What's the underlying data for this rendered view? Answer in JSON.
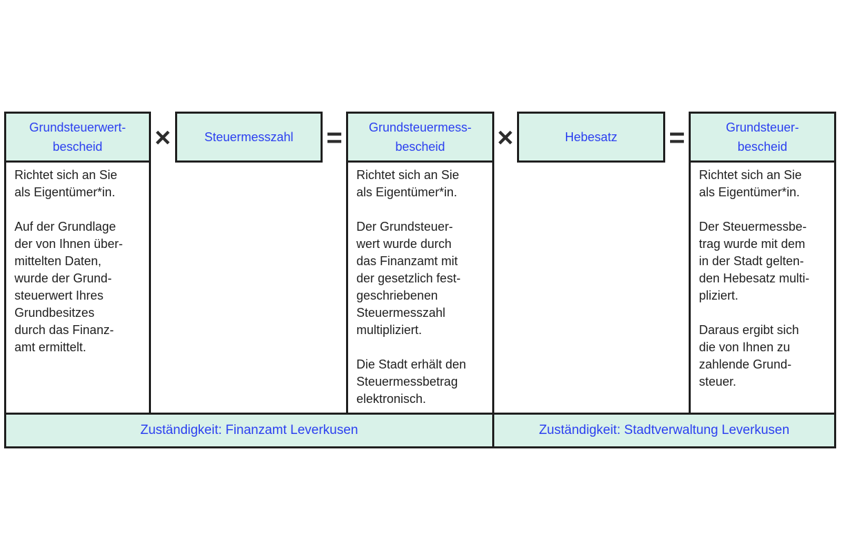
{
  "columns": [
    {
      "header": [
        "Grundsteuerwert-",
        "bescheid"
      ],
      "paragraphs": [
        "Richtet sich an Sie\nals Eigentümer*in.",
        "Auf der Grundlage\nder von Ihnen über-\nmittelten Daten,\nwurde der Grund-\nsteuerwert Ihres\nGrundbesitzes\ndurch das Finanz-\namt ermittelt."
      ]
    },
    {
      "header": [
        "Steuermesszahl"
      ]
    },
    {
      "header": [
        "Grundsteuermess-",
        "bescheid"
      ],
      "paragraphs": [
        "Richtet sich an Sie\nals Eigentümer*in.",
        "Der Grundsteuer-\nwert wurde durch\ndas Finanzamt mit\nder gesetzlich fest-\ngeschriebenen\nSteuermesszahl\nmultipliziert.",
        "Die Stadt erhält den\nSteuermessbetrag\nelektronisch."
      ]
    },
    {
      "header": [
        "Hebesatz"
      ]
    },
    {
      "header": [
        "Grundsteuer-",
        "bescheid"
      ],
      "paragraphs": [
        "Richtet sich an Sie\nals Eigentümer*in.",
        "Der Steuermessbe-\ntrag wurde mit dem\nin der Stadt gelten-\nden Hebesatz multi-\npliziert.",
        "Daraus ergibt sich\ndie von Ihnen zu\nzahlende Grund-\nsteuer."
      ]
    }
  ],
  "operators": [
    "×",
    "=",
    "×",
    "="
  ],
  "footer": {
    "left": "Zuständigkeit: Finanzamt Leverkusen",
    "right": "Zuständigkeit: Stadtverwaltung Leverkusen"
  },
  "colors": {
    "header_fill": "#d9f2e9",
    "accent_text": "#2b3ff0",
    "border": "#1f1f1f"
  }
}
